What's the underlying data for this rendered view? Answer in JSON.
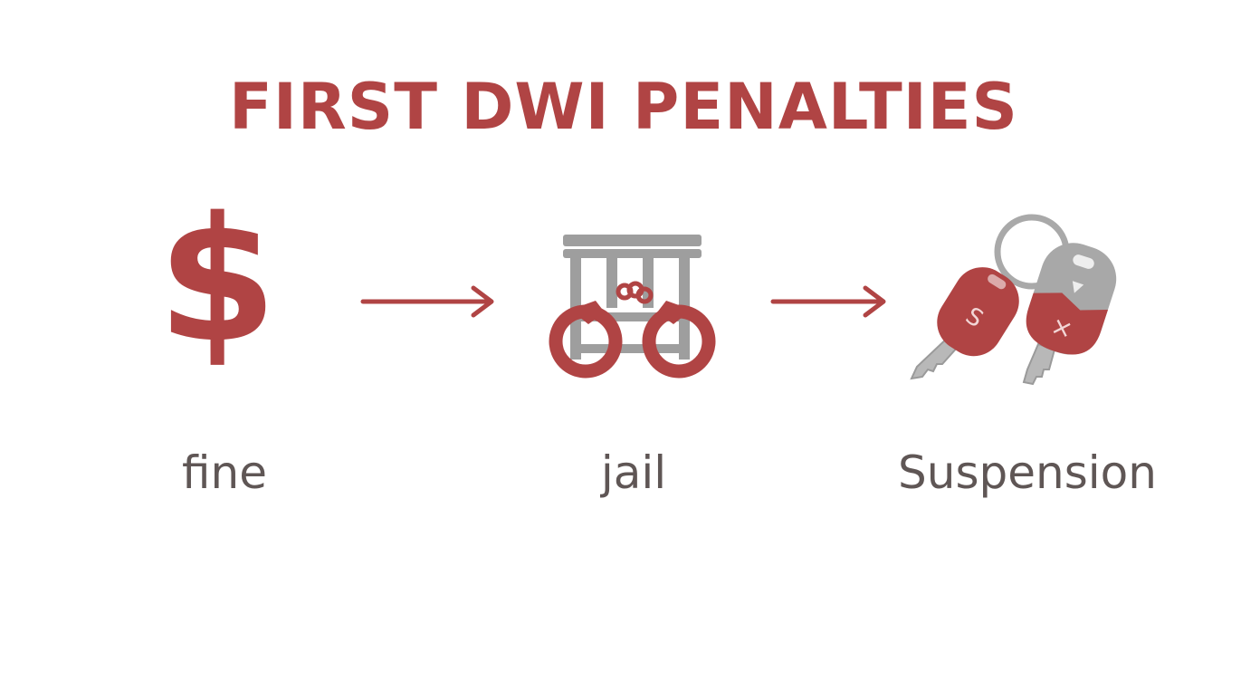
{
  "title": "FIRST DWI PENALTIES",
  "steps": [
    {
      "label": "fine",
      "icon": "dollar-sign-icon",
      "glyph": "$"
    },
    {
      "label": "jail",
      "icon": "handcuffs-jail-icon"
    },
    {
      "label": "Suspension",
      "icon": "car-keys-icon",
      "key_marks": [
        "S",
        "×"
      ]
    }
  ],
  "colors": {
    "accent": "#b04444",
    "gray": "#9e9e9e",
    "label": "#5f5655"
  }
}
